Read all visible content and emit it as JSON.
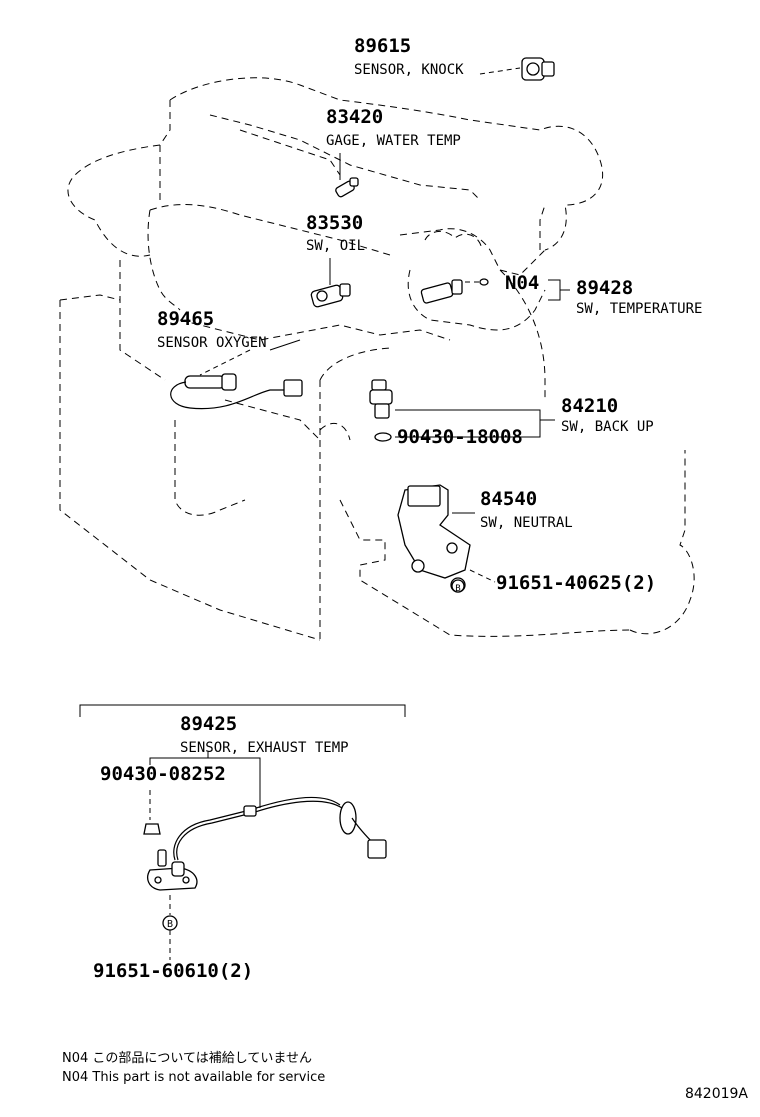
{
  "callouts": [
    {
      "part_no": "89615",
      "name": "SENSOR, KNOCK"
    },
    {
      "part_no": "83420",
      "name": "GAGE, WATER TEMP"
    },
    {
      "part_no": "83530",
      "name": "SW, OIL"
    },
    {
      "part_no": "89465",
      "name": "SENSOR OXYGEN"
    },
    {
      "part_no": "89428",
      "name": "SW, TEMPERATURE"
    },
    {
      "part_no": "84210",
      "name": "SW, BACK UP"
    },
    {
      "part_no": "84540",
      "name": "SW, NEUTRAL"
    },
    {
      "part_no": "89425",
      "name": "SENSOR, EXHAUST TEMP"
    }
  ],
  "sub_parts": [
    {
      "part_no": "N04"
    },
    {
      "part_no": "90430-18008"
    },
    {
      "part_no": "91651-40625(2)"
    },
    {
      "part_no": "90430-08252"
    },
    {
      "part_no": "91651-60610(2)"
    }
  ],
  "bolt_marker": "B",
  "notes": [
    "N04 この部品については補給していません",
    "N04 This part is not available for service"
  ],
  "diagram_code": "842019A"
}
